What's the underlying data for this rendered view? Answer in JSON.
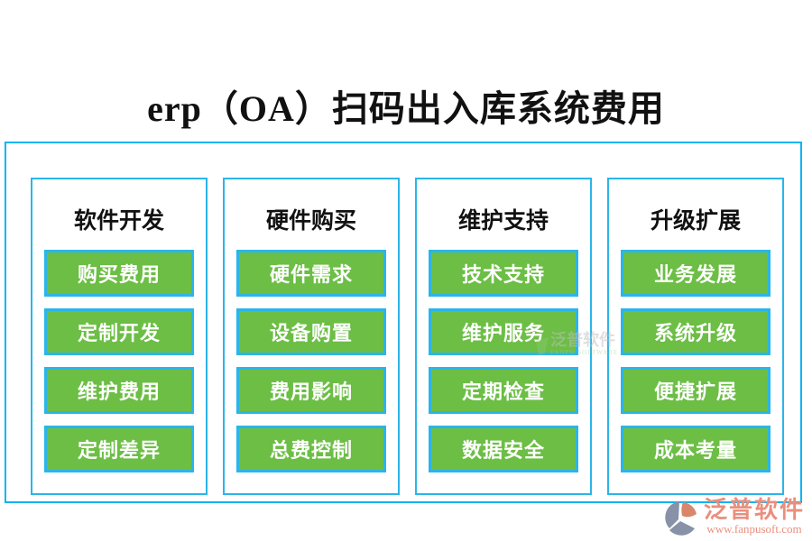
{
  "title": "erp（OA）扫码出入库系统费用",
  "columns": [
    {
      "header": "软件开发",
      "items": [
        "购买费用",
        "定制开发",
        "维护费用",
        "定制差异"
      ]
    },
    {
      "header": "硬件购买",
      "items": [
        "硬件需求",
        "设备购置",
        "费用影响",
        "总费控制"
      ]
    },
    {
      "header": "维护支持",
      "items": [
        "技术支持",
        "维护服务",
        "定期检查",
        "数据安全"
      ]
    },
    {
      "header": "升级扩展",
      "items": [
        "业务发展",
        "系统升级",
        "便捷扩展",
        "成本考量"
      ]
    }
  ],
  "center_watermark": {
    "text": "泛普软件",
    "subtext": "FANPU SOFTWARE"
  },
  "footer_logo": {
    "brand": "泛普软件",
    "url": "www.fanpusoft.com"
  },
  "colors": {
    "button_green": "#6cbe45",
    "border_cyan": "#0db4f0",
    "title_color": "#111111",
    "logo_salmon": "#e98f7d",
    "logo_slate": "#8792a8"
  }
}
